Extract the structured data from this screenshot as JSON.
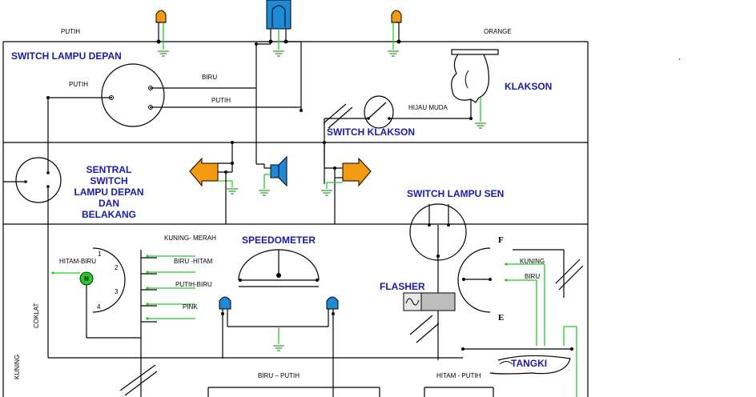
{
  "labels": {
    "switch_lampu_depan": "SWITCH LAMPU DEPAN",
    "klakson": "KLAKSON",
    "switch_klakson": "SWITCH KLAKSON",
    "sentral_1": "SENTRAL",
    "sentral_2": "SWITCH",
    "sentral_3": "LAMPU DEPAN",
    "sentral_4": "DAN",
    "sentral_5": "BELAKANG",
    "switch_lampu_sen": "SWITCH LAMPU SEN",
    "speedometer": "SPEEDOMETER",
    "flasher": "FLASHER",
    "tangki": "TANGKI"
  },
  "wires": {
    "putih_top": "PUTIH",
    "orange": "ORANGE",
    "putih_switch": "PUTIH",
    "biru": "BIRU",
    "putih_2": "PUTIH",
    "hijau_muda": "HIJAU MUDA",
    "kuning_merah": "KUNING- MERAH",
    "biru_hitam": "BIRU -HITAM",
    "putih_biru": "PUTIH-BIRU",
    "pink": "PINK",
    "hitam_biru": "HITAM-BIRU",
    "coklat": "COKLAT",
    "kuning": "KUNING",
    "biru_putih": "BIRU – PUTIH",
    "hitam_putih": "HITAM - PUTIH",
    "kuning_fuel": "KUNING",
    "biru_fuel": "BIRU"
  },
  "gear_positions": [
    "1",
    "2",
    "3",
    "4"
  ],
  "neutral": "N",
  "fuel_gauge": {
    "full": "F",
    "empty": "E"
  },
  "colors": {
    "label_blue": "#1a1aa6",
    "ground_green": "#2a9a2a",
    "signal_green": "#22cc22",
    "lamp_orange": "#f39a12",
    "lamp_blue": "#1e8ad6"
  }
}
